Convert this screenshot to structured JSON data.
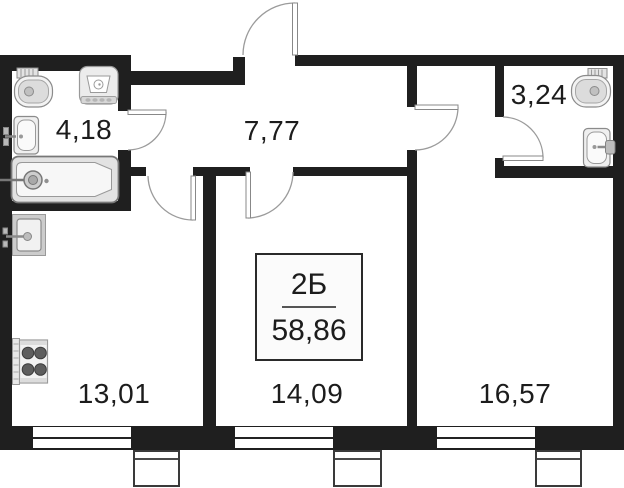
{
  "plan": {
    "unit": {
      "type_label": "2Б",
      "total_area": "58,86"
    },
    "rooms": {
      "bathroom": {
        "area": "4,18"
      },
      "hallway": {
        "area": "7,77"
      },
      "wc": {
        "area": "3,24"
      },
      "kitchen": {
        "area": "13,01"
      },
      "bedroom": {
        "area": "14,09"
      },
      "living_room": {
        "area": "16,57"
      }
    },
    "colors": {
      "wall": "#1f1f1f",
      "fixture_fill": "#ededed",
      "fixture_stroke": "#8b8b8b",
      "door_line": "#9b9b9b",
      "text": "#1c1c1c"
    }
  }
}
